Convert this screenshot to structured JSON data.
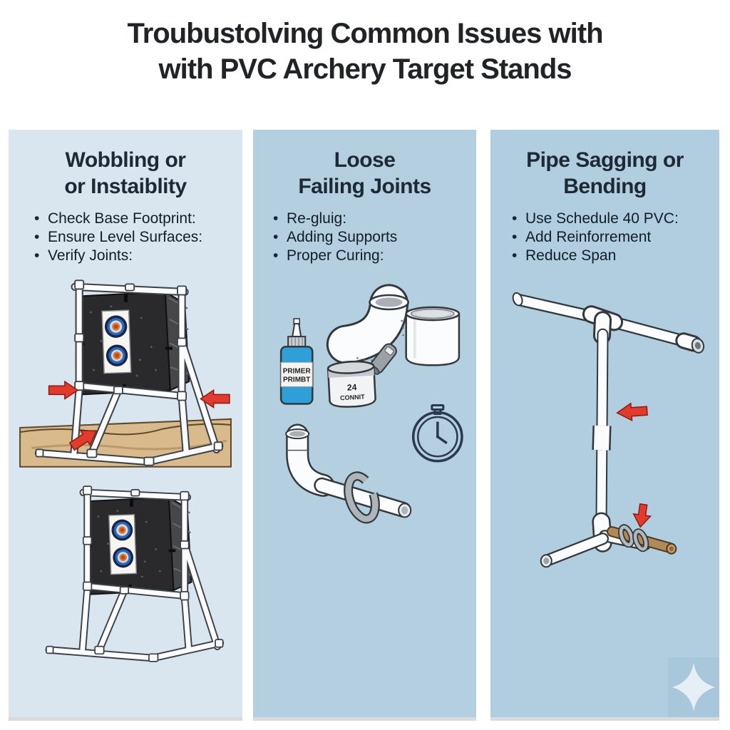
{
  "title": {
    "line1": "Troubustolving Common Issues with",
    "line2": "with PVC Archery Target Stands"
  },
  "columns": [
    {
      "id": "wobbling-instability",
      "heading": {
        "line1": "Wobbling or",
        "line2": "or Instaiblity"
      },
      "bullets": [
        "Check Base Footprint:",
        "Ensure Level Surfaces:",
        "Verify Joints:"
      ],
      "illustrations": [
        "pvc-target-stand-on-uneven-ground-with-red-arrows",
        "pvc-target-stand-stable"
      ]
    },
    {
      "id": "loose-failing-joints",
      "heading": {
        "line1": "Loose",
        "line2": "Failing Joints"
      },
      "bullets": [
        "Re-gluig:",
        "Adding Supports",
        "Proper Curing:"
      ],
      "labels": {
        "primer_bottle": [
          "PRIMER",
          "PRIMBT"
        ],
        "primer_can": [
          "24",
          "CONNIT"
        ]
      },
      "illustrations": [
        "primer-bottle",
        "primer-can",
        "pvc-elbow-fitting",
        "applicator-tool",
        "cement-can",
        "stopwatch",
        "pvc-elbow-with-pipe-and-clamp"
      ]
    },
    {
      "id": "pipe-sagging-bending",
      "heading": {
        "line1": "Pipe Sagging or",
        "line2": "Bending"
      },
      "bullets": [
        "Use Schedule 40 PVC:",
        "Add Reinforrement",
        "Reduce Span"
      ],
      "illustrations": [
        "t-bar-pvc-stand-with-coupling",
        "wooden-dowel-reinforcement-with-clamps",
        "red-arrows",
        "sparkle-watermark"
      ]
    }
  ],
  "colors": {
    "panel1_bg": "#d9e5ef",
    "panel2_bg": "#b4cfe0",
    "panel3_bg": "#b1cde0",
    "accent_red": "#e23b2e",
    "pipe_white": "#fbfcfd",
    "outline_dark": "#33383d",
    "primer_blue": "#2f9fd8",
    "ground_tan": "#d9ba8c",
    "dowel_brown": "#b28a55",
    "target_navy": "#18264e",
    "target_orange": "#e2671d",
    "heading_text": "#1d2935",
    "title_text": "#212327"
  }
}
